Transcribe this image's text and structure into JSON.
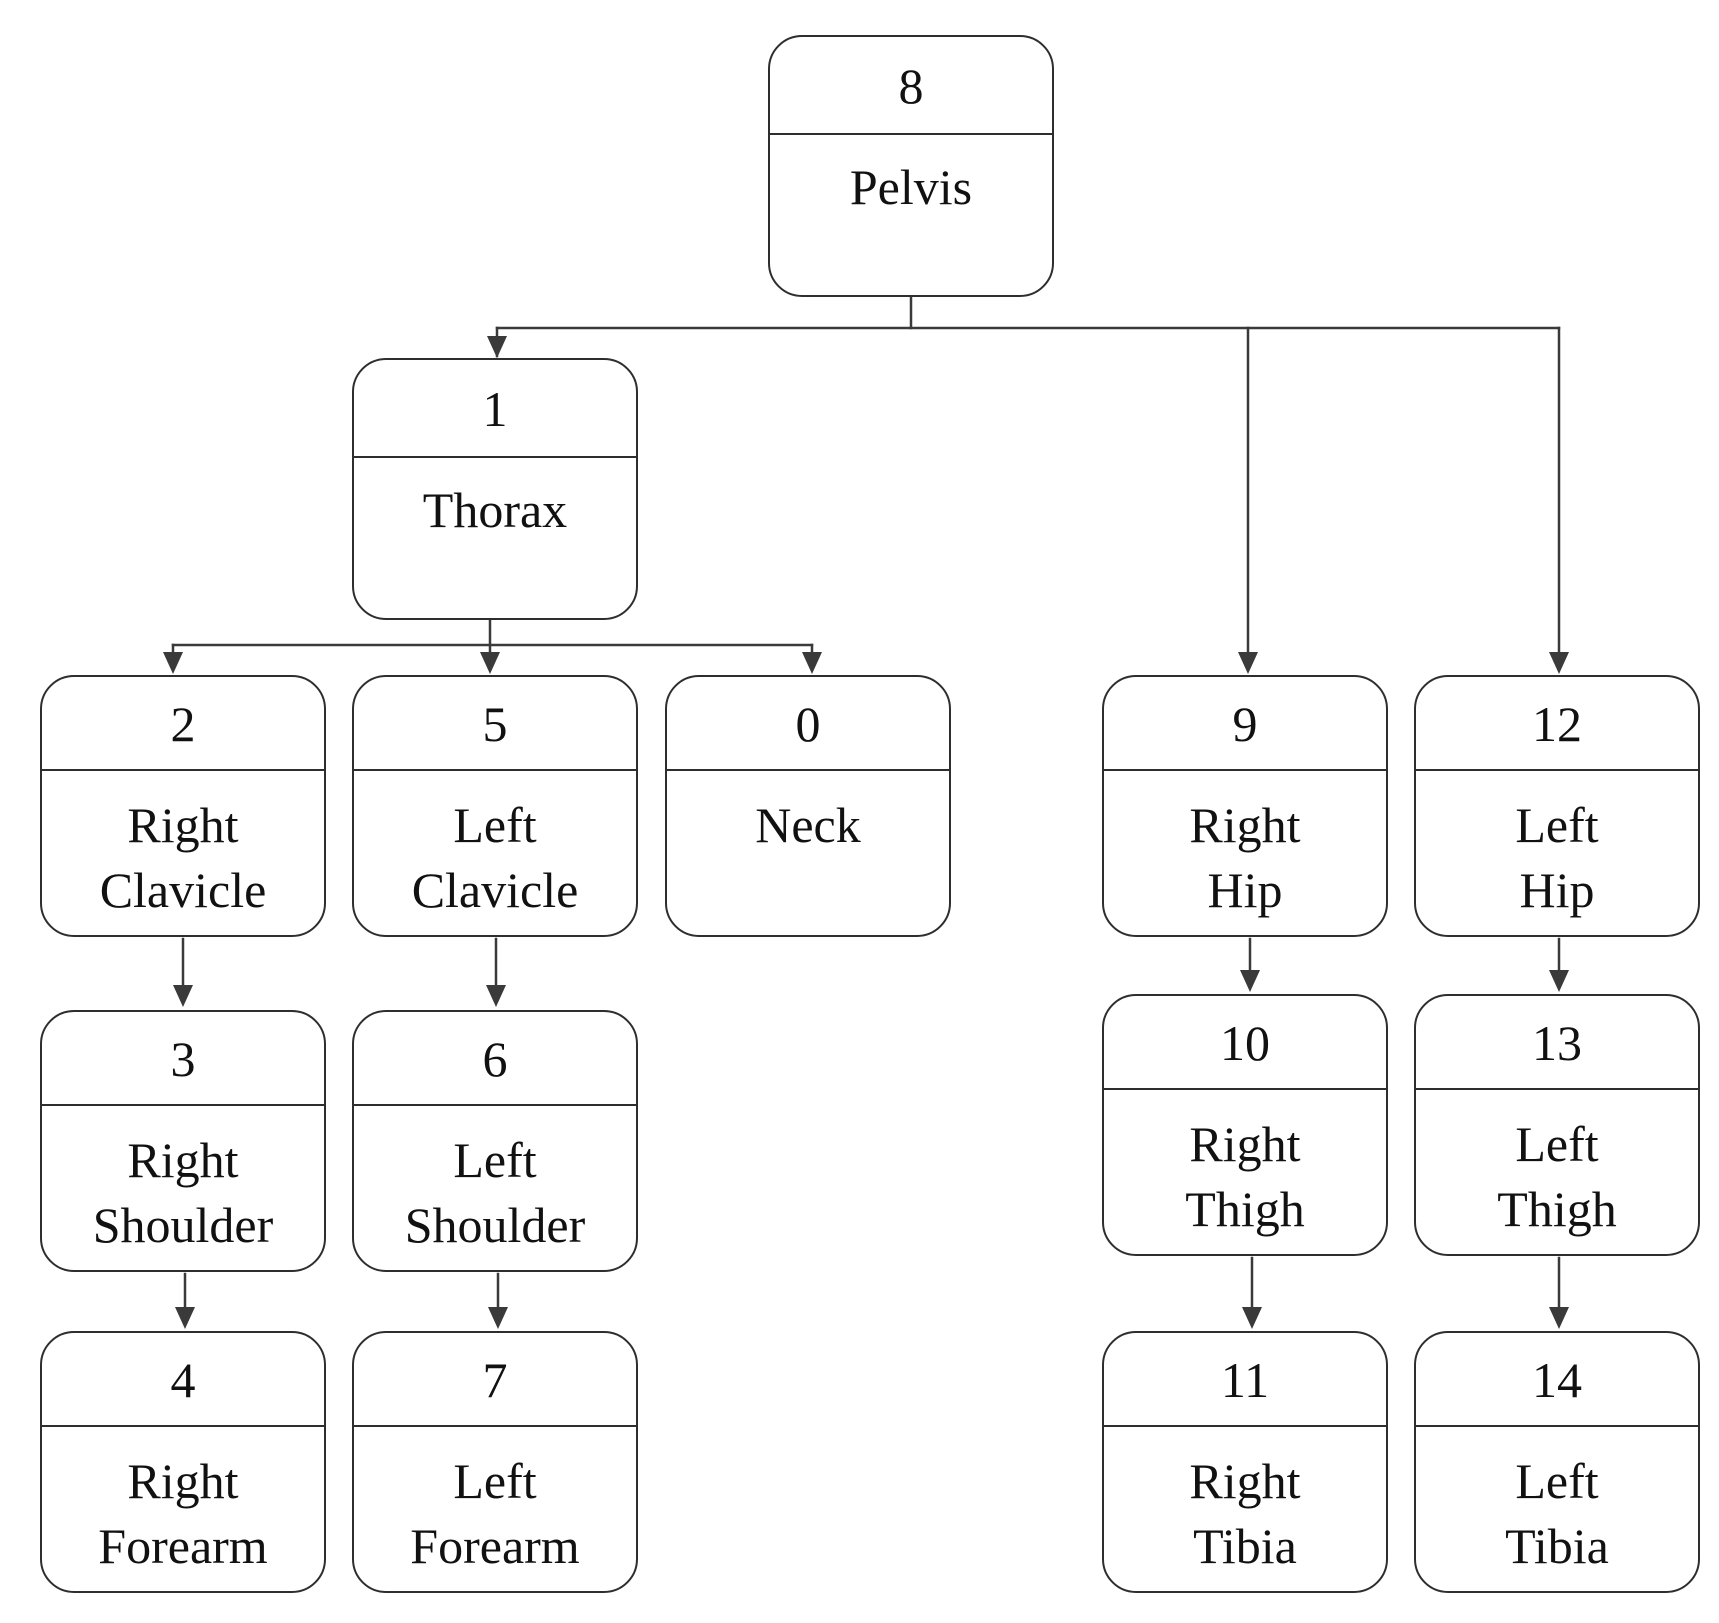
{
  "nodes": {
    "pelvis": {
      "id": "8",
      "name": "Pelvis"
    },
    "thorax": {
      "id": "1",
      "name": "Thorax"
    },
    "right_clavicle": {
      "id": "2",
      "name": "Right\nClavicle"
    },
    "left_clavicle": {
      "id": "5",
      "name": "Left\nClavicle"
    },
    "neck": {
      "id": "0",
      "name": "Neck"
    },
    "right_hip": {
      "id": "9",
      "name": "Right\nHip"
    },
    "left_hip": {
      "id": "12",
      "name": "Left\nHip"
    },
    "right_shoulder": {
      "id": "3",
      "name": "Right\nShoulder"
    },
    "left_shoulder": {
      "id": "6",
      "name": "Left\nShoulder"
    },
    "right_thigh": {
      "id": "10",
      "name": "Right\nThigh"
    },
    "left_thigh": {
      "id": "13",
      "name": "Left\nThigh"
    },
    "right_forearm": {
      "id": "4",
      "name": "Right\nForearm"
    },
    "left_forearm": {
      "id": "7",
      "name": "Left\nForearm"
    },
    "right_tibia": {
      "id": "11",
      "name": "Right\nTibia"
    },
    "left_tibia": {
      "id": "14",
      "name": "Left\nTibia"
    }
  },
  "edges": [
    {
      "from": "pelvis",
      "to": "thorax"
    },
    {
      "from": "pelvis",
      "to": "right_hip"
    },
    {
      "from": "pelvis",
      "to": "left_hip"
    },
    {
      "from": "thorax",
      "to": "right_clavicle"
    },
    {
      "from": "thorax",
      "to": "left_clavicle"
    },
    {
      "from": "thorax",
      "to": "neck"
    },
    {
      "from": "right_clavicle",
      "to": "right_shoulder"
    },
    {
      "from": "right_shoulder",
      "to": "right_forearm"
    },
    {
      "from": "left_clavicle",
      "to": "left_shoulder"
    },
    {
      "from": "left_shoulder",
      "to": "left_forearm"
    },
    {
      "from": "right_hip",
      "to": "right_thigh"
    },
    {
      "from": "right_thigh",
      "to": "right_tibia"
    },
    {
      "from": "left_hip",
      "to": "left_thigh"
    },
    {
      "from": "left_thigh",
      "to": "left_tibia"
    }
  ],
  "colors": {
    "line": "#3a3a3a",
    "border": "#2e2e2e",
    "text": "#111111"
  }
}
